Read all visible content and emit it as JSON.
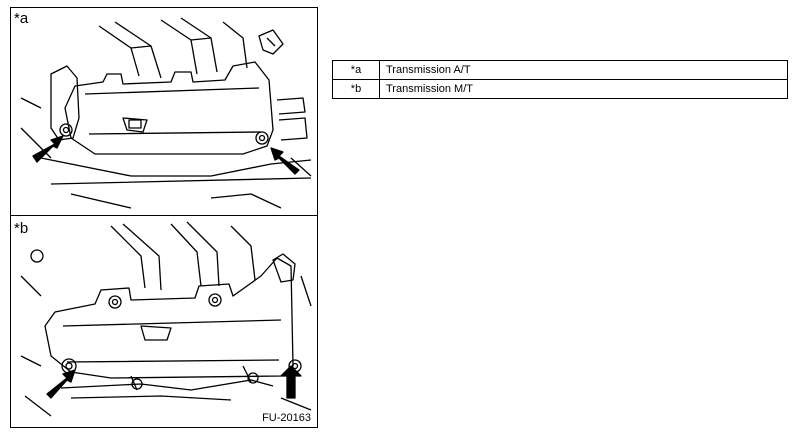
{
  "figure": {
    "label_a": "*a",
    "label_b": "*b",
    "code": "FU-20163"
  },
  "legend": {
    "rows": [
      {
        "key": "*a",
        "value": "Transmission A/T"
      },
      {
        "key": "*b",
        "value": "Transmission M/T"
      }
    ]
  }
}
